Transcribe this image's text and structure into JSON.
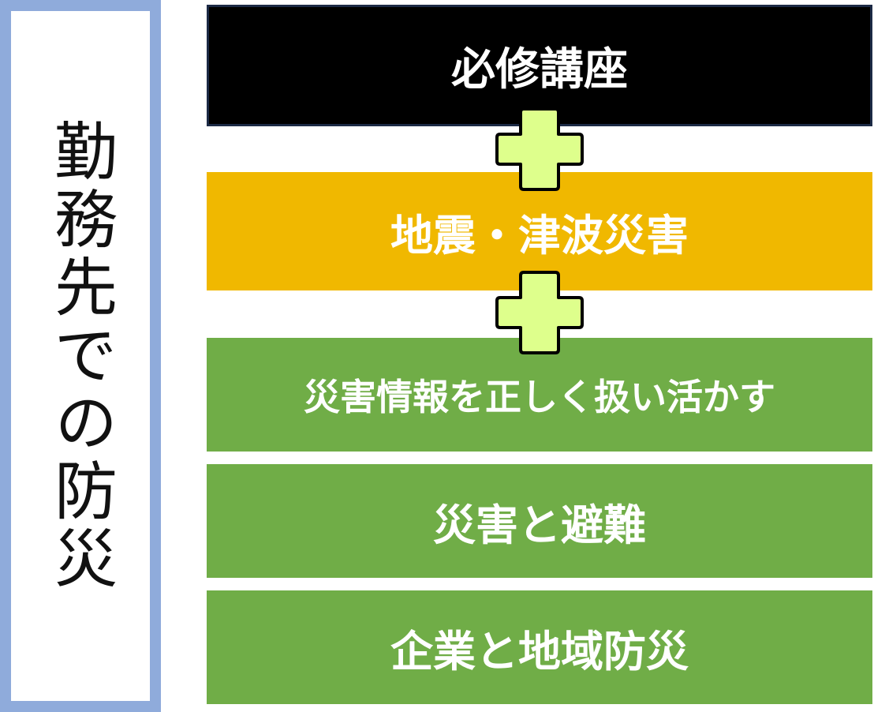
{
  "sidebar": {
    "title": "勤務先での防災"
  },
  "blocks": {
    "core": {
      "label": "必修講座"
    },
    "quake": {
      "label": "地震・津波災害"
    },
    "info": {
      "label": "災害情報を正しく扱い活かす"
    },
    "evac": {
      "label": "災害と避難"
    },
    "corp": {
      "label": "企業と地域防災"
    }
  },
  "colors": {
    "sidebar_border": "#8fabdb",
    "core_bg": "#000000",
    "quake_bg": "#f0b800",
    "elective_bg": "#70ad47",
    "plus_fill": "#deff8c",
    "plus_stroke": "#000000"
  },
  "icons": {
    "plus_1": "plus-icon",
    "plus_2": "plus-icon"
  }
}
